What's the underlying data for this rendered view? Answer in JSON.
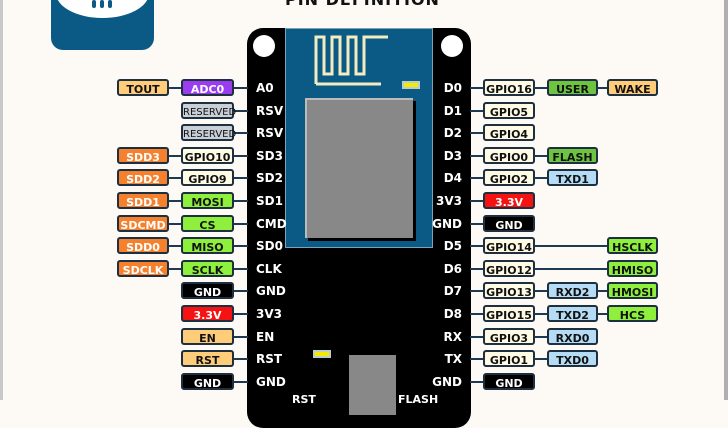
{
  "title": "PIN DEFINITION",
  "logo": {
    "icon": "nodemcu-chip-logo"
  },
  "colors": {
    "brand_blue": "#0b5a86",
    "sd_orange": "#f5802e",
    "spi_green": "#8ef03c",
    "power_red": "#f41212",
    "uart_blue": "#b5dcf4",
    "analog_purple": "#9a3cf0",
    "misc_tan": "#ffcc7a",
    "gpio_cream": "#fffbe4"
  },
  "left_pins": [
    {
      "pin": "A0",
      "func": "ADC0",
      "alt": "TOUT"
    },
    {
      "pin": "RSV",
      "func": "RESERVED",
      "alt": ""
    },
    {
      "pin": "RSV",
      "func": "RESERVED",
      "alt": ""
    },
    {
      "pin": "SD3",
      "func": "GPIO10",
      "alt": "SDD3"
    },
    {
      "pin": "SD2",
      "func": "GPIO9",
      "alt": "SDD2"
    },
    {
      "pin": "SD1",
      "func": "MOSI",
      "alt": "SDD1"
    },
    {
      "pin": "CMD",
      "func": "CS",
      "alt": "SDCMD"
    },
    {
      "pin": "SD0",
      "func": "MISO",
      "alt": "SDD0"
    },
    {
      "pin": "CLK",
      "func": "SCLK",
      "alt": "SDCLK"
    },
    {
      "pin": "GND",
      "func": "GND",
      "alt": ""
    },
    {
      "pin": "3V3",
      "func": "3.3V",
      "alt": ""
    },
    {
      "pin": "EN",
      "func": "EN",
      "alt": ""
    },
    {
      "pin": "RST",
      "func": "RST",
      "alt": ""
    },
    {
      "pin": "GND",
      "func": "GND",
      "alt": ""
    }
  ],
  "right_pins": [
    {
      "pin": "D0",
      "gpio": "GPIO16",
      "f1": "USER",
      "f2": "WAKE"
    },
    {
      "pin": "D1",
      "gpio": "GPIO5",
      "f1": "",
      "f2": ""
    },
    {
      "pin": "D2",
      "gpio": "GPIO4",
      "f1": "",
      "f2": ""
    },
    {
      "pin": "D3",
      "gpio": "GPIO0",
      "f1": "FLASH",
      "f2": ""
    },
    {
      "pin": "D4",
      "gpio": "GPIO2",
      "f1": "TXD1",
      "f2": ""
    },
    {
      "pin": "3V3",
      "gpio": "3.3V",
      "f1": "",
      "f2": ""
    },
    {
      "pin": "GND",
      "gpio": "GND",
      "f1": "",
      "f2": ""
    },
    {
      "pin": "D5",
      "gpio": "GPIO14",
      "f1": "",
      "f2": "HSCLK"
    },
    {
      "pin": "D6",
      "gpio": "GPIO12",
      "f1": "",
      "f2": "HMISO"
    },
    {
      "pin": "D7",
      "gpio": "GPIO13",
      "f1": "RXD2",
      "f2": "HMOSI"
    },
    {
      "pin": "D8",
      "gpio": "GPIO15",
      "f1": "TXD2",
      "f2": "HCS"
    },
    {
      "pin": "RX",
      "gpio": "GPIO3",
      "f1": "RXD0",
      "f2": ""
    },
    {
      "pin": "TX",
      "gpio": "GPIO1",
      "f1": "TXD0",
      "f2": ""
    },
    {
      "pin": "GND",
      "gpio": "GND",
      "f1": "",
      "f2": ""
    }
  ],
  "buttons": {
    "rst": "RST",
    "flash": "FLASH"
  }
}
